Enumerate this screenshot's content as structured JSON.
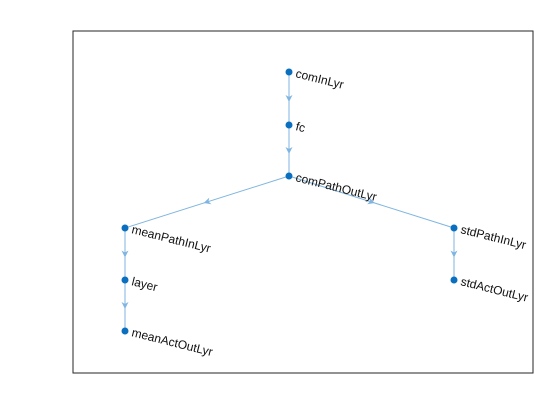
{
  "graph": {
    "nodes": [
      {
        "id": "comInLyr",
        "label": "comInLyr"
      },
      {
        "id": "fc",
        "label": "fc"
      },
      {
        "id": "comPathOutLyr",
        "label": "comPathOutLyr"
      },
      {
        "id": "meanPathInLyr",
        "label": "meanPathInLyr"
      },
      {
        "id": "layer",
        "label": "layer"
      },
      {
        "id": "meanActOutLyr",
        "label": "meanActOutLyr"
      },
      {
        "id": "stdPathInLyr",
        "label": "stdPathInLyr"
      },
      {
        "id": "stdActOutLyr",
        "label": "stdActOutLyr"
      }
    ],
    "edges": [
      {
        "from": "comInLyr",
        "to": "fc"
      },
      {
        "from": "fc",
        "to": "comPathOutLyr"
      },
      {
        "from": "comPathOutLyr",
        "to": "meanPathInLyr"
      },
      {
        "from": "comPathOutLyr",
        "to": "stdPathInLyr"
      },
      {
        "from": "meanPathInLyr",
        "to": "layer"
      },
      {
        "from": "layer",
        "to": "meanActOutLyr"
      },
      {
        "from": "stdPathInLyr",
        "to": "stdActOutLyr"
      }
    ],
    "colors": {
      "node": "#0b6fbf",
      "edge": "#7fb5e0",
      "frame": "#262626"
    }
  }
}
